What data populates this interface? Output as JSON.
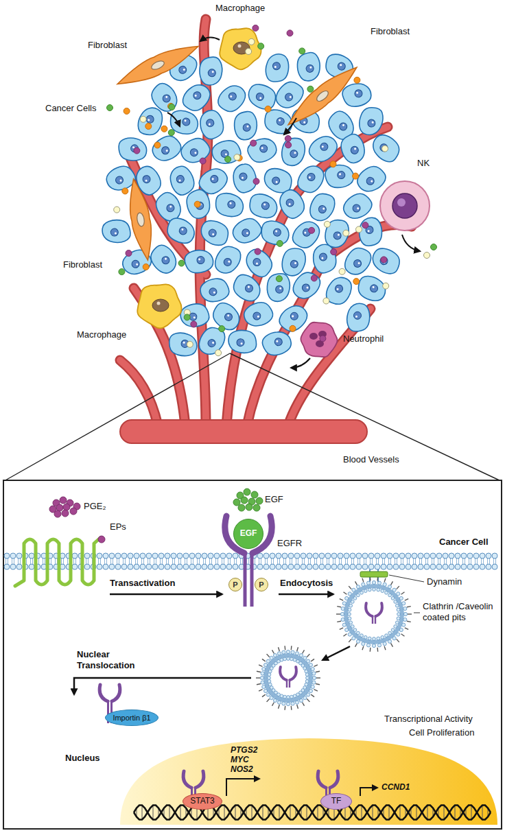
{
  "diagram": {
    "nodes": [
      {
        "text": [
          "EGF"
        ]
      },
      {
        "text": [
          "P"
        ]
      },
      {
        "text": [
          "P"
        ]
      },
      {
        "text": [
          "Importin β1"
        ]
      },
      {
        "text": [
          "Nucleus"
        ]
      },
      {
        "text": [
          "STAT3"
        ],
        "in": 4
      },
      {
        "text": [
          "TF"
        ],
        "in": 4
      }
    ],
    "labels": [
      "Macrophage",
      "Fibroblast",
      "Fibroblast",
      "Cancer Cells",
      "NK",
      "Fibroblast",
      "Macrophage",
      "Neutrophil",
      "Blood Vessels",
      "EGF",
      "PGE₂",
      "EPs",
      "EGFR",
      "Cancer Cell",
      "Transactivation",
      "Endocytosis",
      "Dynamin",
      "Clathrin /Caveolin coated pits",
      "Nuclear Translocation",
      "Transcriptional Activity",
      "Cell Proliferation",
      "PTGS2",
      "MYC",
      "NOS2",
      "CCND1"
    ]
  }
}
